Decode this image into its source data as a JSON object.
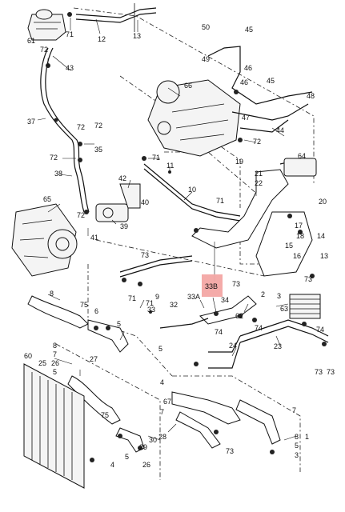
{
  "diagram": {
    "highlight_color": "#f3a7a4",
    "highlighted_label": "33B",
    "callouts": {
      "c61": "61",
      "c71a": "71",
      "c12": "12",
      "c13": "13",
      "c72a": "72",
      "c43": "43",
      "c50": "50",
      "c45a": "45",
      "c49": "49",
      "c46a": "46",
      "c46b": "46",
      "c45b": "45",
      "c66": "66",
      "c48": "48",
      "c37": "37",
      "c72b": "72",
      "c72c": "72",
      "c35": "35",
      "c47": "47",
      "c44": "44",
      "c72d": "72",
      "c72e": "72",
      "c71b": "71",
      "c11": "11",
      "c19": "19",
      "c64": "64",
      "c38": "38",
      "c42": "42",
      "c10": "10",
      "c21": "21",
      "c22": "22",
      "c40": "40",
      "c65": "65",
      "c71c": "71",
      "c72f": "72",
      "c41": "41",
      "c39": "39",
      "c17": "17",
      "c18": "18",
      "c14": "14",
      "c73a": "73",
      "c15": "15",
      "c16": "16",
      "c13b": "13",
      "c73b": "73",
      "c71d": "71",
      "c9": "9",
      "c33A": "33A",
      "c33B": "33B",
      "c73c": "73",
      "c2": "2",
      "c3": "3",
      "c63": "63",
      "c8a": "8",
      "c75a": "75",
      "c6": "6",
      "c71e": "71",
      "c32": "32",
      "c33": "33",
      "c62": "62",
      "c74a": "74",
      "c74b": "74",
      "c74c": "74",
      "c34": "34",
      "c5a": "5",
      "c23": "23",
      "c24": "24",
      "c60": "60",
      "c8b": "8",
      "c7a": "7",
      "c26a": "26",
      "c25": "25",
      "c27": "27",
      "c5b": "5",
      "c5c": "5",
      "c4a": "4",
      "c7b": "7",
      "c73d": "73",
      "c73e": "73",
      "c67": "67",
      "c7c": "7",
      "c75b": "75",
      "c30": "30",
      "c28": "28",
      "c29": "29",
      "c26b": "26",
      "c4b": "4",
      "c5d": "5",
      "c1": "1",
      "c8c": "8",
      "c5e": "5",
      "c3b": "3",
      "c73f": "73",
      "c20": "20"
    }
  }
}
